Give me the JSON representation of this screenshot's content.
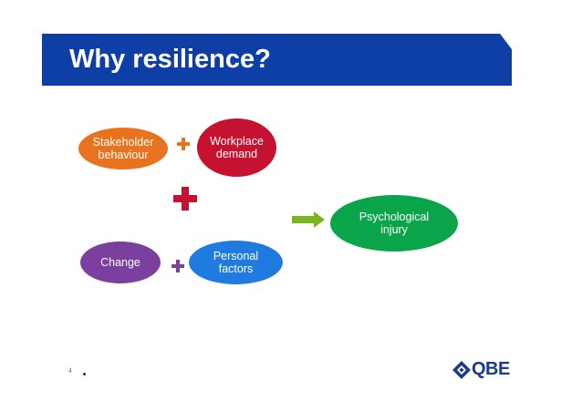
{
  "slide": {
    "title": "Why resilience?",
    "page_number": "4"
  },
  "bubbles": {
    "stakeholder": {
      "label": "Stakeholder\nbehaviour",
      "color": "#e8731e"
    },
    "workplace": {
      "label": "Workplace\ndemand",
      "color": "#c41230"
    },
    "change": {
      "label": "Change",
      "color": "#7b3fa0"
    },
    "personal": {
      "label": "Personal\nfactors",
      "color": "#1f7be0"
    },
    "psychological": {
      "label": "Psychological\ninjury",
      "color": "#0aa54a"
    }
  },
  "connectors": {
    "plus_top_color": "#e8731e",
    "plus_center_color": "#c41230",
    "plus_bottom_color": "#7b3fa0",
    "arrow_color": "#7ab51d"
  },
  "logo": {
    "text": "QBE",
    "color": "#1a3a8f",
    "icon": "qbe-logo-icon"
  }
}
